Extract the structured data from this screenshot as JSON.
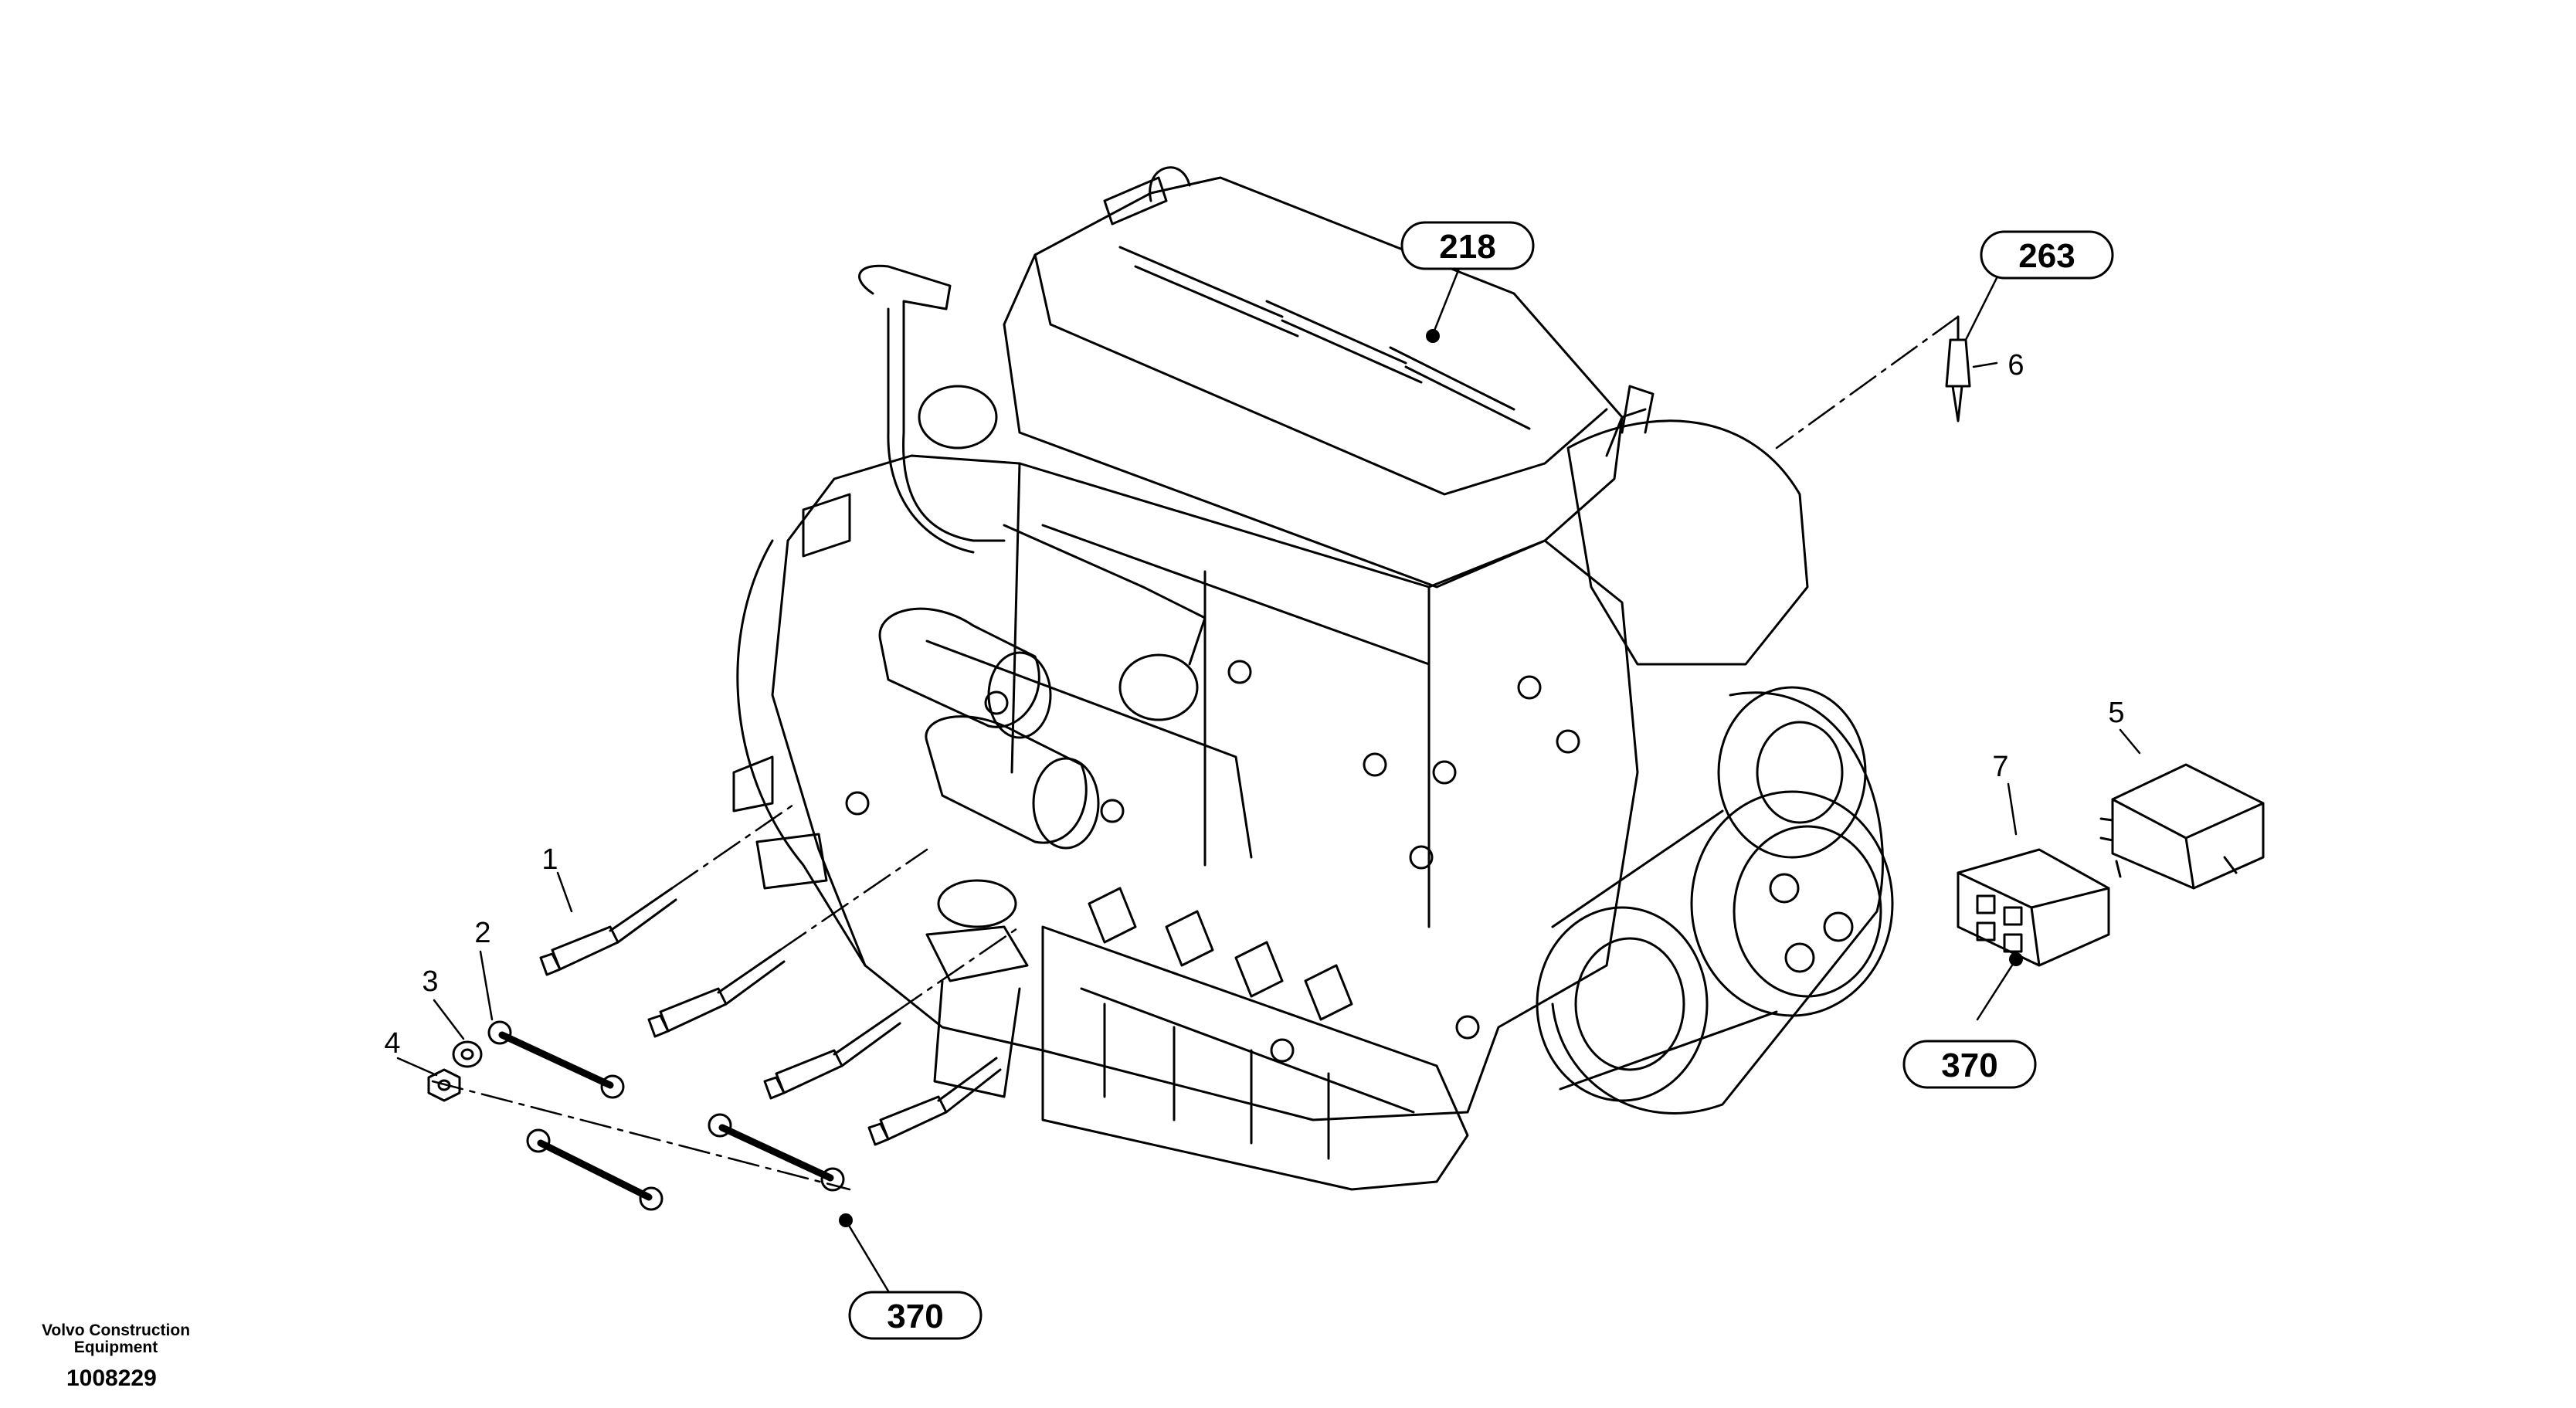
{
  "callouts": {
    "c218": "218",
    "c263": "263",
    "c370_relay": "370",
    "c370_glow": "370"
  },
  "items": {
    "n1": "1",
    "n2": "2",
    "n3": "3",
    "n4": "4",
    "n5": "5",
    "n6": "6",
    "n7": "7"
  },
  "footer": {
    "brand_line1": "Volvo Construction",
    "brand_line2": "Equipment",
    "document_number": "1008229"
  }
}
